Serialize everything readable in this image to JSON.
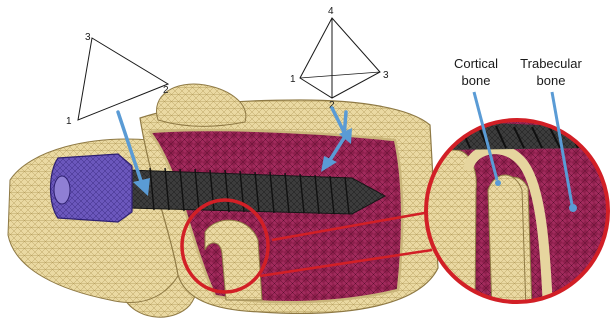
{
  "tetra_left": {
    "v1": "1",
    "v2": "2",
    "v3": "3"
  },
  "tetra_right": {
    "v1": "1",
    "v2": "2",
    "v3": "3",
    "v4": "4"
  },
  "callout": {
    "cortical_line1": "Cortical",
    "cortical_line2": "bone",
    "trabecular_line1": "Trabecular",
    "trabecular_line2": "bone"
  },
  "colors": {
    "cortical_bone": "#e8d8a0",
    "trabecular_bone": "#8a1f4a",
    "screw": "#3a3a3a",
    "screw_head": "#6a55b8",
    "arrows": "#5a9bd5",
    "highlight_circle": "#d21f26"
  }
}
